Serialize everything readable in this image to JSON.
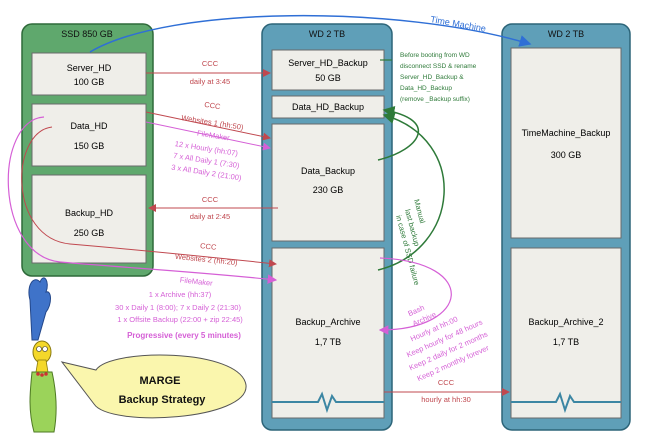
{
  "columns": {
    "ssd": {
      "title": "SSD 850 GB",
      "color": "#4f9a5f"
    },
    "wd1": {
      "title": "WD 2 TB",
      "color": "#4f8faa"
    },
    "wd2": {
      "title": "WD 2 TB",
      "color": "#4f8faa"
    }
  },
  "volumes": {
    "server_hd": {
      "name": "Server_HD",
      "size": "100 GB"
    },
    "data_hd": {
      "name": "Data_HD",
      "size": "150 GB"
    },
    "backup_hd": {
      "name": "Backup_HD",
      "size": "250 GB"
    },
    "server_hd_backup": {
      "name": "Server_HD_Backup",
      "size": "50 GB"
    },
    "data_hd_backup": {
      "name": "Data_HD_Backup"
    },
    "data_backup": {
      "name": "Data_Backup",
      "size": "230 GB"
    },
    "backup_archive": {
      "name": "Backup_Archive",
      "size": "1,7 TB"
    },
    "timemachine_backup": {
      "name": "TimeMachine_Backup",
      "size": "300 GB"
    },
    "backup_archive_2": {
      "name": "Backup_Archive_2",
      "size": "1,7 TB"
    }
  },
  "flows": {
    "time_machine": "Time Machine",
    "ccc_daily_345": [
      "CCC",
      "daily at 3:45"
    ],
    "ccc_websites1": [
      "CCC",
      "Websites 1 (hh:50)"
    ],
    "filemaker_1": [
      "FileMaker",
      "12 x Hourly (hh:07)",
      "7 x All Daily 1 (7:30)",
      "3 x All Daily 2 (21:00)"
    ],
    "ccc_daily_245": [
      "CCC",
      "daily at 2:45"
    ],
    "ccc_websites2": [
      "CCC",
      "Websites 2 (hh:20)"
    ],
    "filemaker_2": [
      "FileMaker",
      "1 x Archive (hh:37)",
      "30 x Daily 1 (8:00); 7 x Daily 2 (21:30)",
      "1 x Offsite Backup (22:00 + zip 22:45)"
    ],
    "progressive": "Progressive (every 5 minutes)",
    "manual": [
      "Manual",
      "last backup",
      "in case of SSD failure"
    ],
    "bash": [
      "Bash",
      "Archive",
      "Hourly at hh:00",
      "Keep hourly for 48 hours",
      "Keep 2 daily for 2 months",
      "Keep 2 monthly forever"
    ],
    "ccc_hourly_30": [
      "CCC",
      "hourly at hh:30"
    ]
  },
  "note": [
    "Before booting from WD",
    "disconnect SSD & rename",
    "Server_HD_Backup &",
    "Data_HD_Backup",
    "(remove _Backup suffix)"
  ],
  "marge": {
    "line1": "MARGE",
    "line2": "Backup Strategy"
  },
  "colors": {
    "red": "#c0484f",
    "magenta": "#d55fd6",
    "blue": "#2f6fd6",
    "green": "#2e7a39",
    "box": "#efeee9",
    "box_border": "#6a6a6a"
  }
}
